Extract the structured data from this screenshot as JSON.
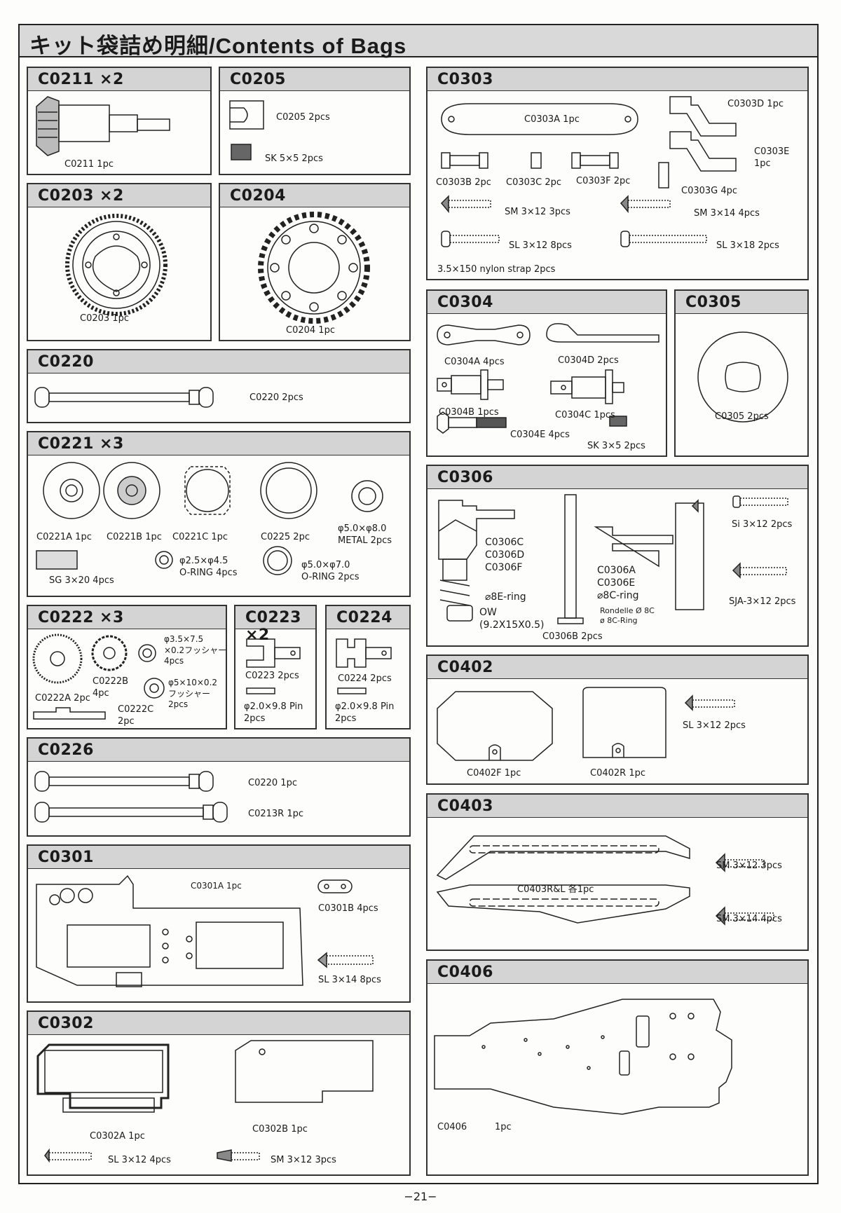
{
  "page": {
    "title": "キット袋詰め明細/Contents of Bags",
    "page_number": "−21−"
  },
  "bags": {
    "c0211": {
      "title": "C0211 ×2",
      "parts": [
        {
          "label": "C0211 1pc"
        }
      ]
    },
    "c0205": {
      "title": "C0205",
      "parts": [
        {
          "label": "C0205 2pcs"
        },
        {
          "label": "SK 5×5 2pcs"
        }
      ]
    },
    "c0203": {
      "title": "C0203 ×2",
      "parts": [
        {
          "label": "C0203 1pc"
        }
      ]
    },
    "c0204": {
      "title": "C0204",
      "parts": [
        {
          "label": "C0204 1pc"
        }
      ]
    },
    "c0220": {
      "title": "C0220",
      "parts": [
        {
          "label": "C0220 2pcs"
        }
      ]
    },
    "c0221": {
      "title": "C0221 ×3",
      "parts": [
        {
          "label": "C0221A 1pc"
        },
        {
          "label": "C0221B 1pc"
        },
        {
          "label": "C0221C 1pc"
        },
        {
          "label": "C0225 2pc"
        },
        {
          "label": "φ5.0×φ8.0\nMETAL 2pcs"
        },
        {
          "label": "SG 3×20 4pcs"
        },
        {
          "label": "φ2.5×φ4.5\nO-RING 4pcs"
        },
        {
          "label": "φ5.0×φ7.0\nO-RING 2pcs"
        }
      ]
    },
    "c0222": {
      "title": "C0222 ×3",
      "parts": [
        {
          "label": "C0222A 2pc"
        },
        {
          "label": "C0222B\n4pc"
        },
        {
          "label": "φ3.5×7.5\n×0.2フッシャー\n4pcs"
        },
        {
          "label": "φ5×10×0.2\nフッシャー\n2pcs"
        },
        {
          "label": "C0222C\n2pc"
        }
      ]
    },
    "c0223": {
      "title": "C0223 ×2",
      "parts": [
        {
          "label": "C0223 2pcs"
        },
        {
          "label": "φ2.0×9.8 Pin\n2pcs"
        }
      ]
    },
    "c0224": {
      "title": "C0224",
      "parts": [
        {
          "label": "C0224 2pcs"
        },
        {
          "label": "φ2.0×9.8 Pin\n2pcs"
        }
      ]
    },
    "c0226": {
      "title": "C0226",
      "parts": [
        {
          "label": "C0220 1pc"
        },
        {
          "label": "C0213R 1pc"
        }
      ]
    },
    "c0301": {
      "title": "C0301",
      "parts": [
        {
          "label": "C0301A 1pc"
        },
        {
          "label": "C0301B 4pcs"
        },
        {
          "label": "SL 3×14 8pcs"
        }
      ]
    },
    "c0302": {
      "title": "C0302",
      "parts": [
        {
          "label": "C0302A 1pc"
        },
        {
          "label": "C0302B 1pc"
        },
        {
          "label": "SL 3×12 4pcs"
        },
        {
          "label": "SM 3×12 3pcs"
        }
      ]
    },
    "c0303": {
      "title": "C0303",
      "parts": [
        {
          "label": "C0303A 1pc"
        },
        {
          "label": "C0303D 1pc"
        },
        {
          "label": "C0303E\n1pc"
        },
        {
          "label": "C0303B 2pc"
        },
        {
          "label": "C0303C 2pc"
        },
        {
          "label": "C0303F 2pc"
        },
        {
          "label": "C0303G 4pc"
        },
        {
          "label": "SM 3×12 3pcs"
        },
        {
          "label": "SM 3×14 4pcs"
        },
        {
          "label": "SL 3×12 8pcs"
        },
        {
          "label": "SL 3×18 2pcs"
        },
        {
          "label": "3.5×150 nylon strap 2pcs"
        }
      ]
    },
    "c0304": {
      "title": "C0304",
      "parts": [
        {
          "label": "C0304A 4pcs"
        },
        {
          "label": "C0304D 2pcs"
        },
        {
          "label": "C0304B 1pcs"
        },
        {
          "label": "C0304C 1pcs"
        },
        {
          "label": "C0304E 4pcs"
        },
        {
          "label": "SK 3×5 2pcs"
        }
      ]
    },
    "c0305": {
      "title": "C0305",
      "parts": [
        {
          "label": "C0305 2pcs"
        }
      ]
    },
    "c0306": {
      "title": "C0306",
      "parts": [
        {
          "label": "C0306C\nC0306D\nC0306F"
        },
        {
          "label": "⌀8E-ring"
        },
        {
          "label": "OW\n(9.2X15X0.5)"
        },
        {
          "label": "C0306B 2pcs"
        },
        {
          "label": "C0306A\nC0306E\n⌀8C-ring"
        },
        {
          "label": "Rondelle Ø 8C\nø 8C-Ring"
        },
        {
          "label": "Si 3×12 2pcs"
        },
        {
          "label": "SJA-3×12 2pcs"
        }
      ]
    },
    "c0402": {
      "title": "C0402",
      "parts": [
        {
          "label": "C0402F 1pc"
        },
        {
          "label": "C0402R 1pc"
        },
        {
          "label": "SL 3×12 2pcs"
        }
      ]
    },
    "c0403": {
      "title": "C0403",
      "parts": [
        {
          "label": "C0403R&L 各1pc"
        },
        {
          "label": "SM 3×12 3pcs"
        },
        {
          "label": "SM 3×14 4pcs"
        }
      ]
    },
    "c0406": {
      "title": "C0406",
      "parts": [
        {
          "label": "C0406"
        },
        {
          "label": "1pc"
        }
      ]
    }
  }
}
